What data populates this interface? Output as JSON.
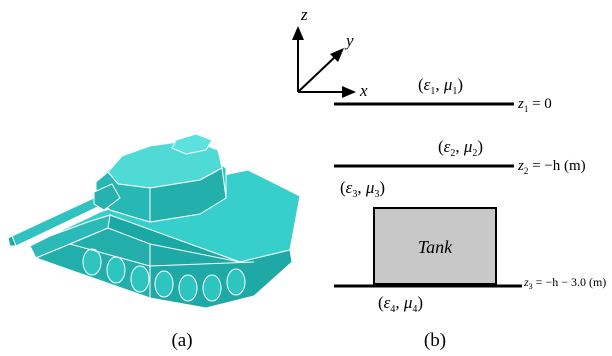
{
  "panel_a": {
    "caption": "(a)",
    "model_icon": "tank-3d-model"
  },
  "panel_b": {
    "caption": "(b)",
    "axes": {
      "z": "z",
      "y": "y",
      "x": "x"
    },
    "layers": [
      {
        "eps": "ε",
        "mu": "μ",
        "sub": "1",
        "interface_lhs": "z",
        "interface_sub": "1",
        "interface_rhs": " = 0"
      },
      {
        "eps": "ε",
        "mu": "μ",
        "sub": "2",
        "interface_lhs": "z",
        "interface_sub": "2",
        "interface_rhs": " = −h (m)"
      },
      {
        "eps": "ε",
        "mu": "μ",
        "sub": "3",
        "interface_lhs": "z",
        "interface_sub": "3",
        "interface_rhs": " = −h − 3.0 (m)"
      },
      {
        "eps": "ε",
        "mu": "μ",
        "sub": "4"
      }
    ],
    "object_label": "Tank",
    "colors": {
      "tank_fill": "#c8c8c8",
      "model_fill": "#2ec4c0"
    }
  }
}
